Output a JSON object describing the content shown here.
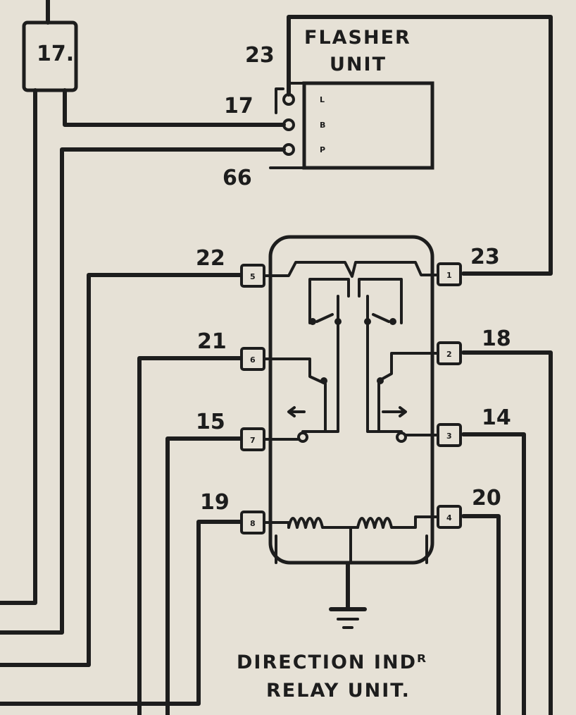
{
  "fuse_label": "17.",
  "flasher": {
    "title_line1": "FLASHER",
    "title_line2": "UNIT",
    "wire_top": "23",
    "wire_mid": "17",
    "wire_bottom": "66",
    "pin_l": "L",
    "pin_b": "B",
    "pin_p": "P"
  },
  "relay": {
    "title_line1": "DIRECTION INDᴿ",
    "title_line2": "RELAY UNIT.",
    "wires_left": [
      "22",
      "21",
      "15",
      "19"
    ],
    "wires_right": [
      "23",
      "18",
      "14",
      "20"
    ],
    "pins_left": [
      "5",
      "6",
      "7",
      "8"
    ],
    "pins_right": [
      "1",
      "2",
      "3",
      "4"
    ]
  },
  "colors": {
    "paper": "#e6e1d6",
    "ink": "#1d1d1d"
  }
}
